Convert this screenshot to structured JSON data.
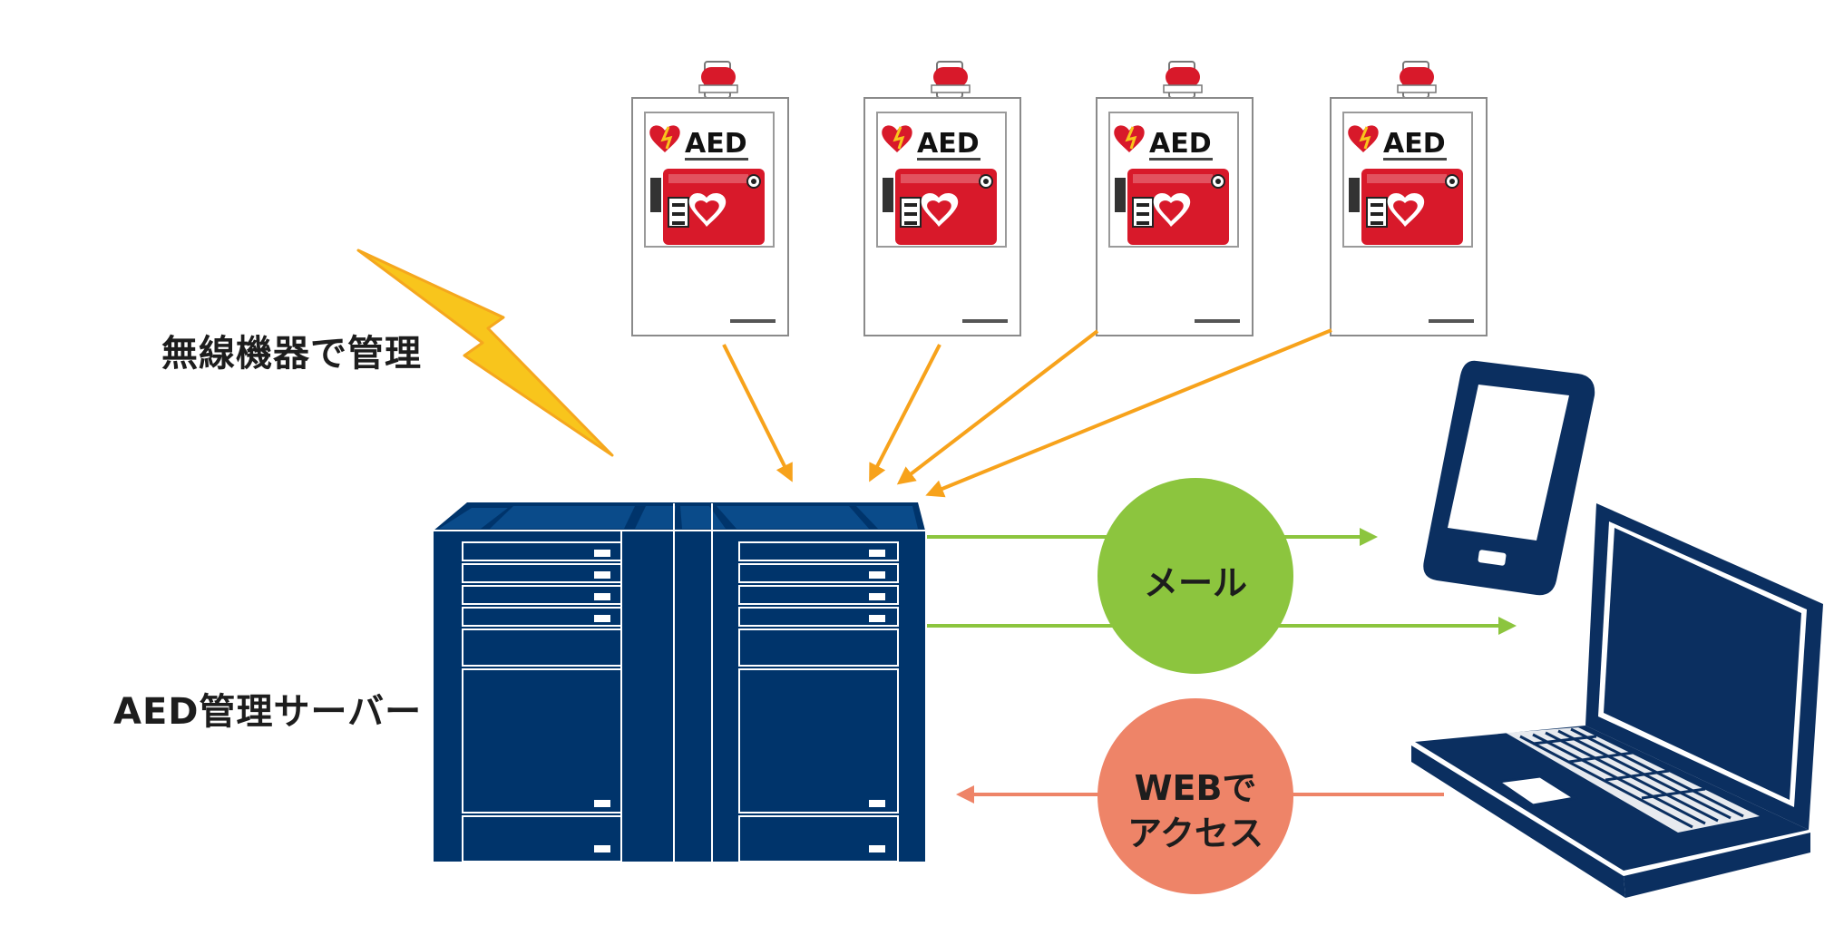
{
  "labels": {
    "wireless": "無線機器で管理",
    "server": "AED管理サーバー",
    "mail": "メール",
    "web_line1": "WEBで",
    "web_line2": "アクセス"
  },
  "aed_units": [
    {
      "logo": "AED"
    },
    {
      "logo": "AED"
    },
    {
      "logo": "AED"
    },
    {
      "logo": "AED"
    }
  ],
  "colors": {
    "server_navy": "#00346b",
    "device_navy": "#0b2f60",
    "aed_red": "#d8192a",
    "signal_orange": "#f7a21b",
    "lightning_yellow": "#f8c51c",
    "mail_green": "#8cc53e",
    "web_salmon": "#ee8468",
    "mail_arrow_green": "#8cc53e",
    "web_arrow_salmon": "#ee8468"
  }
}
